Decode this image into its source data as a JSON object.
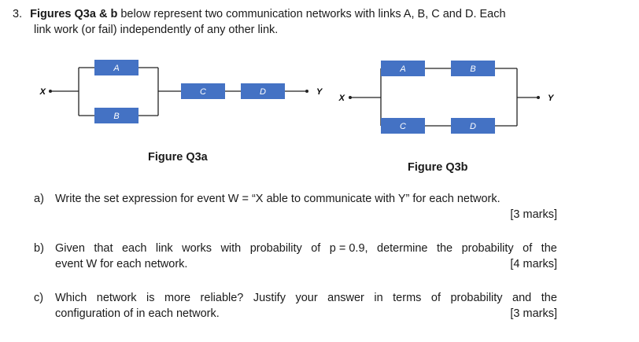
{
  "question": {
    "number": "3.",
    "title": "Figures Q3a & b",
    "intro_rest": " below represent two communication networks with links A, B, C and D. Each",
    "intro_line2": "link work (or fail) independently of any other link."
  },
  "figures": {
    "q3a": {
      "caption": "Figure Q3a",
      "x_label": "X",
      "y_label": "Y",
      "links": [
        "A",
        "B",
        "C",
        "D"
      ]
    },
    "q3b": {
      "caption": "Figure Q3b",
      "x_label": "X",
      "y_label": "Y",
      "links": [
        "A",
        "B",
        "C",
        "D"
      ]
    },
    "box_color": "#4472c4",
    "line_color": "#222222"
  },
  "parts": {
    "a": {
      "label": "a)",
      "line1": "Write the set expression for event W = “X able to communicate with Y” for each network.",
      "marks": "[3 marks]"
    },
    "b": {
      "label": "b)",
      "line1_words": [
        "Given",
        "that",
        "each",
        "link",
        "works",
        "with",
        "probability",
        "of",
        "p = 0.9,",
        "determine",
        "the",
        "probability",
        "of",
        "the"
      ],
      "line2": "event W for each network.",
      "marks": "[4 marks]"
    },
    "c": {
      "label": "c)",
      "line1_words": [
        "Which",
        "network",
        "is",
        "more",
        "reliable?",
        "Justify",
        "your",
        "answer",
        "in",
        "terms",
        "of",
        "probability",
        "and",
        "the"
      ],
      "line2": "configuration of in each network.",
      "marks": "[3 marks]"
    }
  }
}
